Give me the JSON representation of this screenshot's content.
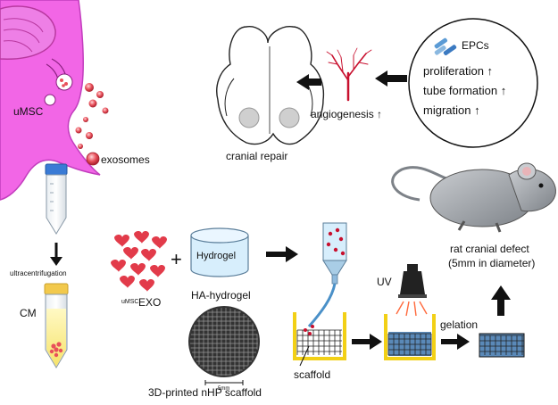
{
  "labels": {
    "umsc": "uMSC",
    "exosomes": "exosomes",
    "ultracentrifugation": "ultracentrifugation",
    "cm": "CM",
    "exo_super": "uMSC",
    "exo_main": "EXO",
    "plus": "+",
    "hydrogel": "Hydrogel",
    "ha_hydrogel": "HA-hydrogel",
    "scale": "5mm",
    "nhp_scaffold": "3D-printed nHP scaffold",
    "scaffold": "scaffold",
    "uv": "UV",
    "gelation": "gelation",
    "rat_defect_1": "rat cranial defect",
    "rat_defect_2": "(5mm in diameter)",
    "cranial_repair": "cranial repair",
    "angiogenesis": "angiogenesis ↑",
    "epcs": "EPCs",
    "proliferation": "proliferation ↑",
    "tube_formation": "tube formation ↑",
    "migration": "migration ↑"
  },
  "colors": {
    "cell": "#f266e6",
    "cell_edge": "#c23dbd",
    "exosome": "#e8505a",
    "hydrogel": "#d7eefc",
    "scaffold_tray": "#f2d016",
    "scaffold_fill": "#5a89b8",
    "vessel": "#c8102e",
    "arrow": "#111111"
  }
}
